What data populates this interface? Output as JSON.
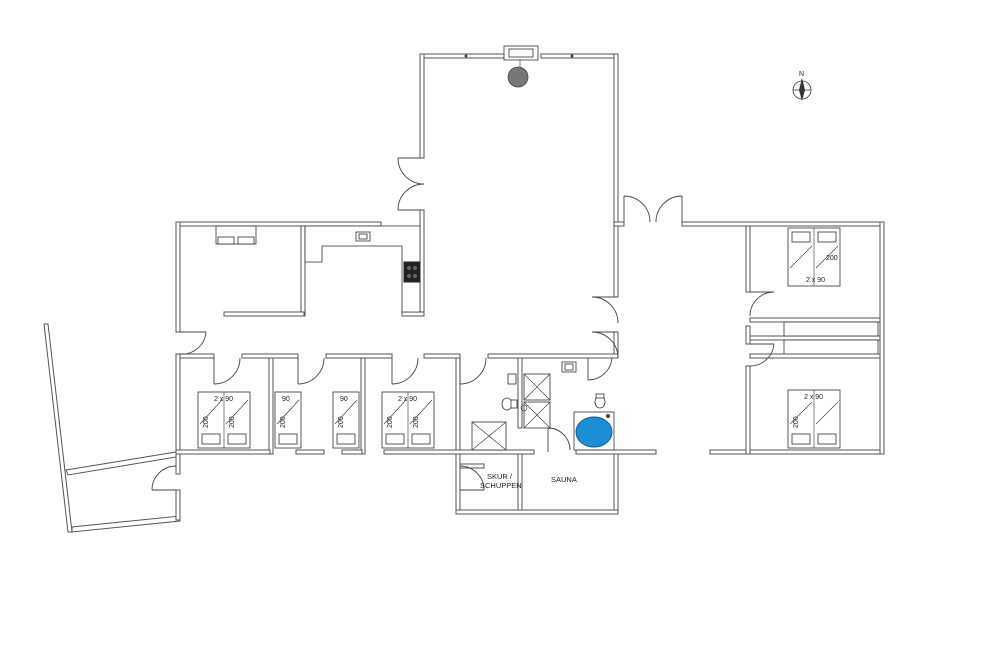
{
  "rooms": {
    "shed": "SKUR /",
    "shed2": "SCHUPPEN",
    "sauna": "SAUNA"
  },
  "beds": {
    "double": "2 x 90",
    "single": "90",
    "length": "200"
  },
  "compass": {
    "north": "N"
  },
  "colors": {
    "wall": "#7a7a7a",
    "tub": "#1a8fd6",
    "line": "#444444"
  }
}
